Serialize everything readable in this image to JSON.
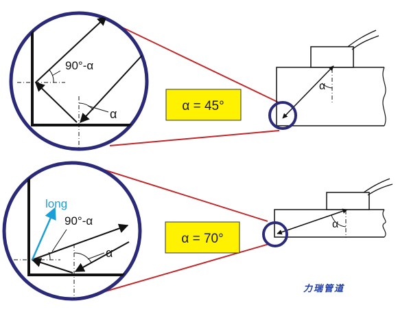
{
  "top": {
    "angle_label": "90°-α",
    "alpha_label": "α",
    "probe_alpha_label": "α",
    "badge": "α = 45°"
  },
  "bottom": {
    "long_label": "long",
    "angle_label": "90°-α",
    "alpha_label": "α",
    "probe_alpha_label": "α",
    "badge": "α = 70°"
  },
  "watermark": "力瑞管道",
  "colors": {
    "circle": "#2a2a78",
    "connector": "#c0282a",
    "badge_fill": "#fff200",
    "long_arrow": "#1aa0d6"
  }
}
